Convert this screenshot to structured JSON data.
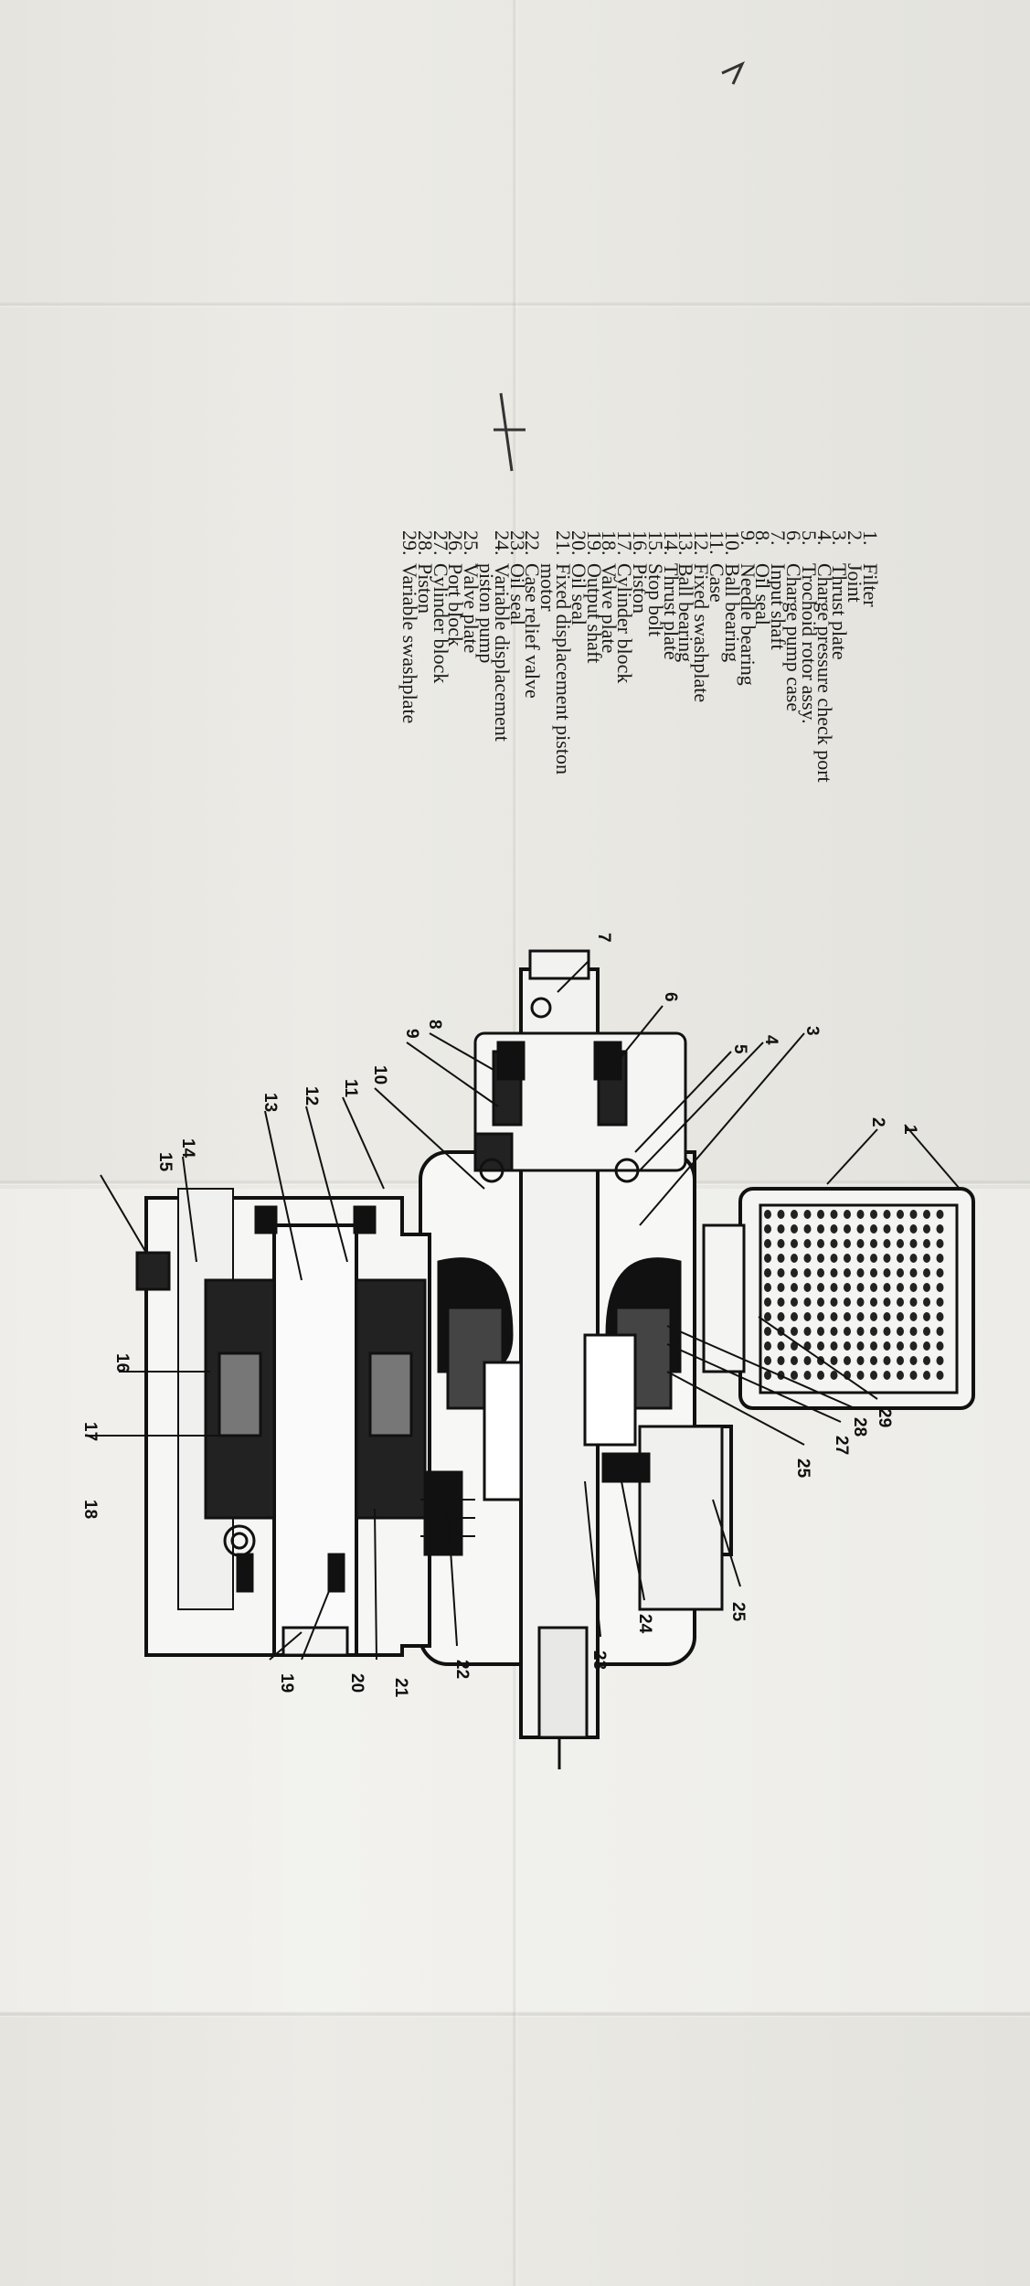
{
  "legend": {
    "items": [
      {
        "num": "1.",
        "label": "Filter"
      },
      {
        "num": "2.",
        "label": "Joint"
      },
      {
        "num": "3.",
        "label": "Thrust plate"
      },
      {
        "num": "4.",
        "label": "Charge pressure check port"
      },
      {
        "num": "5.",
        "label": "Trochoid rotor assy."
      },
      {
        "num": "6.",
        "label": "Charge pump case"
      },
      {
        "num": "7.",
        "label": "Input shaft"
      },
      {
        "num": "8.",
        "label": "Oil seal"
      },
      {
        "num": "9.",
        "label": "Needle bearing"
      },
      {
        "num": "10.",
        "label": "Ball bearing"
      },
      {
        "num": "11.",
        "label": "Case"
      },
      {
        "num": "12.",
        "label": "Fixed swashplate"
      },
      {
        "num": "13.",
        "label": "Ball bearing"
      },
      {
        "num": "14.",
        "label": "Thrust plate"
      },
      {
        "num": "15.",
        "label": "Stop bolt"
      },
      {
        "num": "16.",
        "label": "Piston"
      },
      {
        "num": "17.",
        "label": "Cylinder block"
      },
      {
        "num": "18.",
        "label": "Valve plate"
      },
      {
        "num": "19.",
        "label": "Output shaft"
      },
      {
        "num": "20.",
        "label": "Oil seal"
      },
      {
        "num": "21.",
        "label": "Fixed displacement piston",
        "cont": "motor"
      },
      {
        "num": "22.",
        "label": "Case relief valve"
      },
      {
        "num": "23.",
        "label": "Oil seal"
      },
      {
        "num": "24.",
        "label": "Variable displacement",
        "cont": "piston pump"
      },
      {
        "num": "25.",
        "label": "Valve plate"
      },
      {
        "num": "26.",
        "label": "Port block"
      },
      {
        "num": "27.",
        "label": "Cylinder block"
      },
      {
        "num": "28.",
        "label": "Piston"
      },
      {
        "num": "29.",
        "label": "Variable swashplate"
      }
    ]
  },
  "callouts": {
    "n1": "1",
    "n2": "2",
    "n3": "3",
    "n4": "4",
    "n5": "5",
    "n6": "6",
    "n7": "7",
    "n8": "8",
    "n9": "9",
    "n10": "10",
    "n11": "11",
    "n12": "12",
    "n13": "13",
    "n14": "14",
    "n15": "15",
    "n16": "16",
    "n17": "17",
    "n18": "18",
    "n19": "19",
    "n20": "20",
    "n21": "21",
    "n22": "22",
    "n23": "23",
    "n24": "24",
    "n25a": "25",
    "n25b": "25",
    "n27": "27",
    "n28": "28",
    "n29": "29"
  }
}
